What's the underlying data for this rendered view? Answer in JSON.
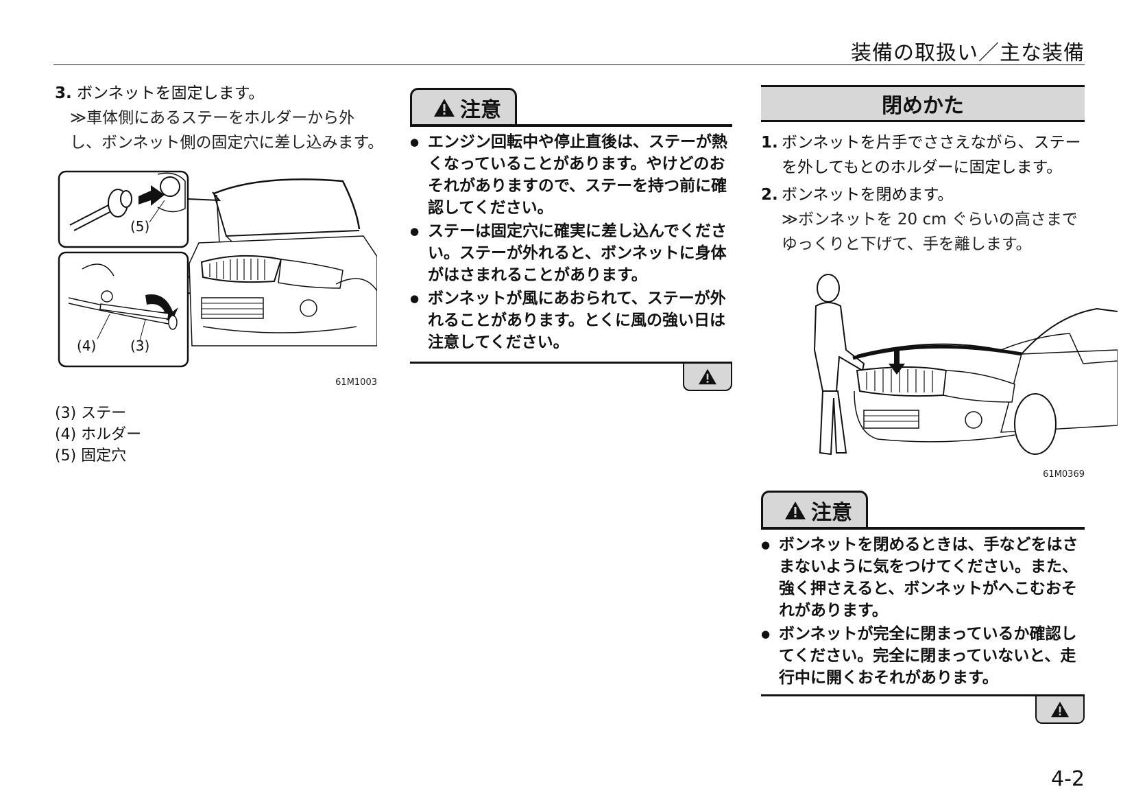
{
  "header": {
    "title": "装備の取扱い／主な装備"
  },
  "left": {
    "step3_num": "3.",
    "step3_text": "ボンネットを固定します。",
    "step3_sub": "≫車体側にあるステーをホルダーから外し、ボンネット側の固定穴に差し込みます。",
    "figure_code": "61M1003",
    "callout_5": "(5)",
    "callout_4": "(4)",
    "callout_3": "(3)",
    "legend": [
      "(3) ステー",
      "(4) ホルダー",
      "(5) 固定穴"
    ]
  },
  "middle": {
    "caution_title": "注意",
    "cautions": [
      "エンジン回転中や停止直後は、ステーが熱くなっていることがあります。やけどのおそれがありますので、ステーを持つ前に確認してください。",
      "ステーは固定穴に確実に差し込んでください。ステーが外れると、ボンネットに身体がはさまれることがあります。",
      "ボンネットが風にあおられて、ステーが外れることがあります。とくに風の強い日は注意してください。"
    ]
  },
  "right": {
    "section_title": "閉めかた",
    "step1_num": "1.",
    "step1_text": "ボンネットを片手でささえながら、ステーを外してもとのホルダーに固定します。",
    "step2_num": "2.",
    "step2_text": "ボンネットを閉めます。",
    "step2_sub": "≫ボンネットを 20 cm ぐらいの高さまでゆっくりと下げて、手を離します。",
    "figure_code": "61M0369",
    "caution_title": "注意",
    "cautions": [
      "ボンネットを閉めるときは、手などをはさまないように気をつけてください。また、強く押さえると、ボンネットがへこむおそれがあります。",
      "ボンネットが完全に閉まっているか確認してください。完全に閉まっていないと、走行中に開くおそれがあります。"
    ]
  },
  "page_number": "4-2"
}
